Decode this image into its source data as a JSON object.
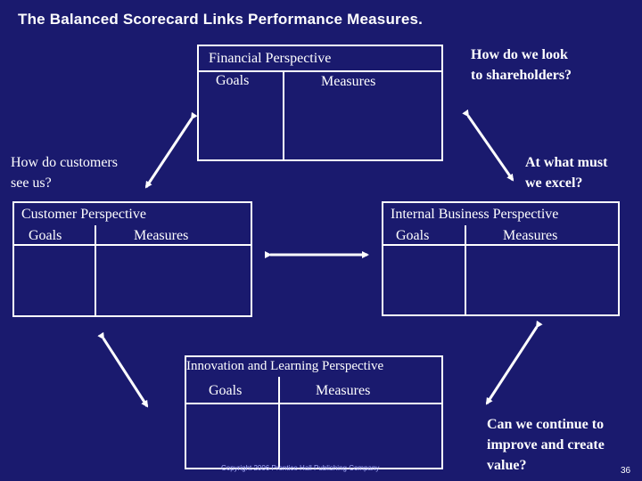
{
  "title": "The Balanced Scorecard Links Performance Measures.",
  "financial": {
    "label": "Financial Perspective",
    "goals": "Goals",
    "measures": "Measures"
  },
  "customer": {
    "label": "Customer Perspective",
    "goals": "Goals",
    "measures": "Measures"
  },
  "internal": {
    "label": "Internal Business  Perspective",
    "goals": "Goals",
    "measures": "Measures"
  },
  "innovation": {
    "label": "Innovation and Learning Perspective",
    "goals": "Goals",
    "measures": "Measures"
  },
  "questions": {
    "shareholders": "How do we look\nto shareholders?",
    "customers": "How do customers\nsee us?",
    "excel": "At what must\nwe excel?",
    "improve": "Can we continue to\nimprove and create\nvalue?"
  },
  "copyright": "Copyright 2006 Prentice Hall Publishing Company",
  "page_number": "36",
  "colors": {
    "background": "#1a1a6e",
    "foreground": "#ffffff"
  }
}
